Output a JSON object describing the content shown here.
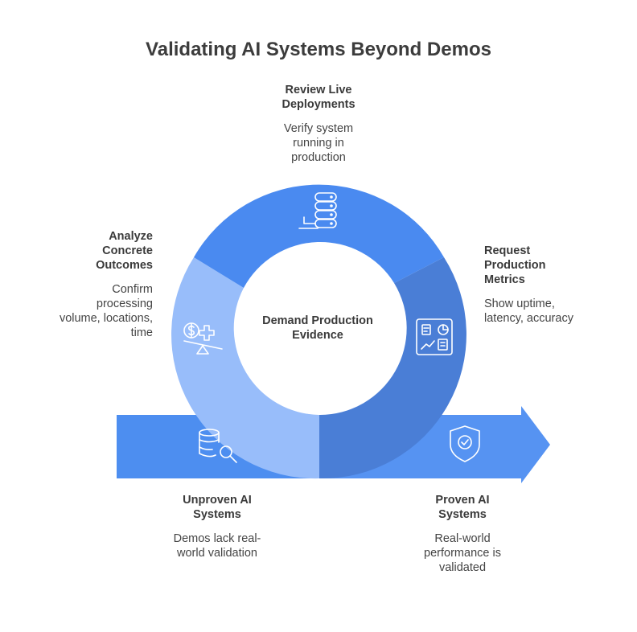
{
  "title": "Validating AI Systems Beyond Demos",
  "center": "Demand Production\nEvidence",
  "steps": {
    "review": {
      "heading": "Review Live\nDeployments",
      "desc": "Verify system\nrunning in\nproduction"
    },
    "analyze": {
      "heading": "Analyze\nConcrete\nOutcomes",
      "desc": "Confirm\nprocessing\nvolume, locations,\ntime"
    },
    "request": {
      "heading": "Request\nProduction\nMetrics",
      "desc": "Show uptime,\nlatency, accuracy"
    },
    "unproven": {
      "heading": "Unproven AI\nSystems",
      "desc": "Demos lack real-\nworld validation"
    },
    "proven": {
      "heading": "Proven AI\nSystems",
      "desc": "Real-world\nperformance is\nvalidated"
    }
  },
  "colors": {
    "arrow": "#4d8ef0",
    "arrow_right": "#5693f2",
    "ring_top": "#4a8af0",
    "ring_left": "#98bdfa",
    "ring_right": "#4a7ed6",
    "icon_stroke": "#ffffff"
  },
  "icons": [
    "server-stack-icon",
    "money-health-balance-icon",
    "dashboard-chart-icon",
    "database-search-icon",
    "shield-check-icon"
  ]
}
